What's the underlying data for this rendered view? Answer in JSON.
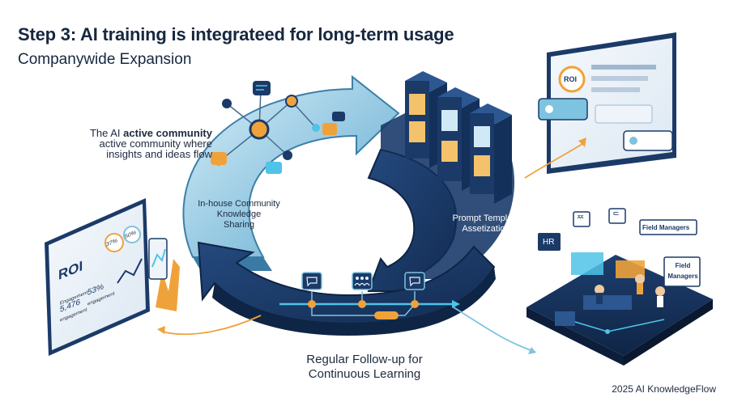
{
  "header": {
    "title": "Step 3: AI training is integrateed for long-term usage",
    "subtitle": "Companywide Expansion"
  },
  "community_note": {
    "line1_prefix": "The AI",
    "line1_bold": "active community",
    "line2": "active community where",
    "line3": "insights and ideas flow"
  },
  "cycle": {
    "sharing": {
      "line1": "In-house Community",
      "line2": "Knowledge",
      "line3": "Sharing"
    },
    "prompt": {
      "line1": "Prompt Template",
      "line2": "Assetization"
    },
    "followup": {
      "line1": "Regular Follow-up for",
      "line2": "Continuous Learning"
    }
  },
  "dashboard_left": {
    "roi": "ROI",
    "pct1": "37%",
    "pct2": "50%",
    "metric_label": "Engagement",
    "metric_value": "5,476",
    "metric_sub": "engagement",
    "pct3": "53%",
    "pct3_sub": "engagement"
  },
  "dashboard_right": {
    "roi": "ROI"
  },
  "office": {
    "hr": "HR",
    "sign1": "ᄍ",
    "sign2": "ᄃ",
    "tag1": "Field Managers",
    "tag2_line1": "Field",
    "tag2_line2": "Managers"
  },
  "footer": {
    "credit": "2025 AI KnowledgeFlow"
  },
  "colors": {
    "navy": "#1b3a68",
    "light_blue": "#7ec3df",
    "accent_orange": "#f0a23a",
    "accent_cyan": "#4fc3e8"
  }
}
